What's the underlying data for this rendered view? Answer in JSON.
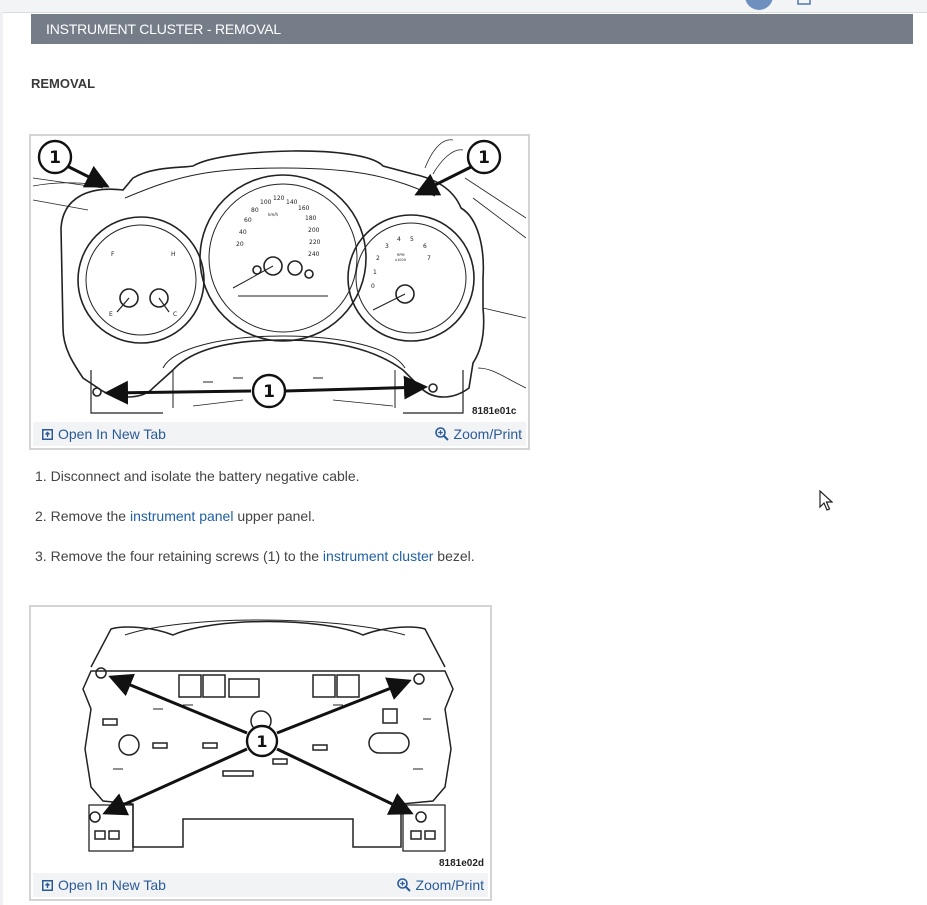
{
  "section": {
    "title": "INSTRUMENT CLUSTER - REMOVAL",
    "subheading": "REMOVAL"
  },
  "figures": [
    {
      "code": "8181e01c",
      "callout": "1",
      "open_tab_label": "Open In New Tab",
      "zoom_label": "Zoom/Print",
      "gauge_text": {
        "speedo": [
          "20",
          "40",
          "60",
          "80",
          "100",
          "120",
          "140",
          "160",
          "180",
          "200",
          "220",
          "240"
        ],
        "speedo_unit": "km/h",
        "tacho": [
          "0",
          "1",
          "2",
          "3",
          "4",
          "5",
          "6",
          "7"
        ],
        "tacho_unit": "RPM x1000",
        "fuel": [
          "F",
          "E"
        ],
        "temp": [
          "H",
          "C"
        ]
      }
    },
    {
      "code": "8181e02d",
      "callout": "1",
      "open_tab_label": "Open In New Tab",
      "zoom_label": "Zoom/Print"
    }
  ],
  "steps": [
    {
      "number": "1.",
      "text": "Disconnect and isolate the battery negative cable."
    },
    {
      "number": "2.",
      "pre": "Remove the ",
      "link": "instrument panel",
      "post": " upper panel."
    },
    {
      "number": "3.",
      "pre": "Remove the four retaining screws (1) to the ",
      "link": "instrument cluster",
      "post": " bezel."
    }
  ],
  "icons": {
    "open_tab": "open-in-new-tab-icon",
    "zoom": "magnifier-plus-icon"
  },
  "colors": {
    "header_bg": "#747d88",
    "link": "#1f5fa6"
  }
}
